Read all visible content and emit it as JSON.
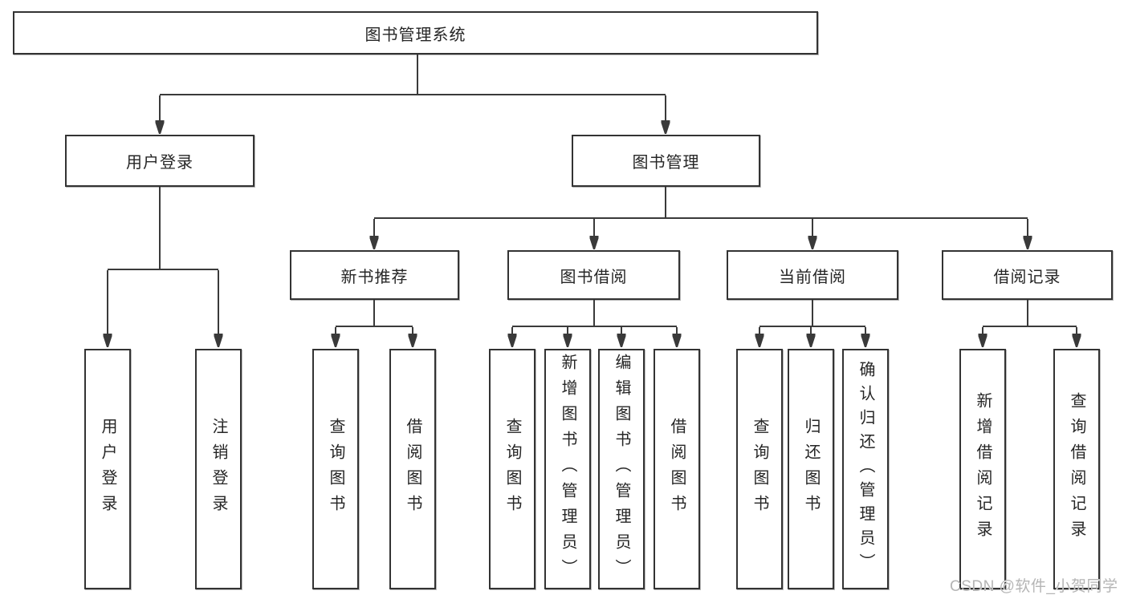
{
  "colors": {
    "background": "#ffffff",
    "line": "#3a3a3a",
    "border": "#333333",
    "text": "#262626",
    "watermark": "#b5b5b5"
  },
  "nodes": {
    "root": "图书管理系统",
    "level2": [
      "用户登录",
      "图书管理"
    ],
    "level3": [
      "新书推荐",
      "图书借阅",
      "当前借阅",
      "借阅记录"
    ],
    "leaves_user": [
      "用户登录",
      "注销登录"
    ],
    "leaves_newbook": [
      "查询图书",
      "借阅图书"
    ],
    "leaves_borrow": [
      "查询图书",
      "新增图书（管理员）",
      "编辑图书（管理员）",
      "借阅图书"
    ],
    "leaves_current": [
      "查询图书",
      "归还图书",
      "确认归还（管理员）"
    ],
    "leaves_record": [
      "新增借阅记录",
      "查询借阅记录"
    ]
  },
  "watermark": {
    "text": "CSDN @软件_小贺同学"
  }
}
